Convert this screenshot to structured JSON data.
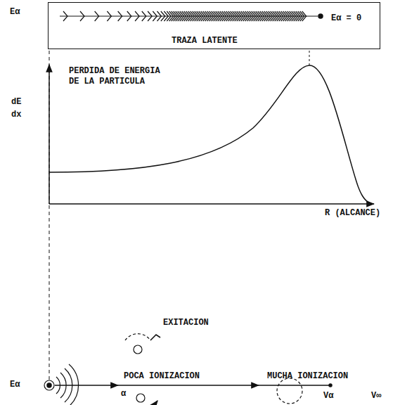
{
  "diagram": {
    "nodes": [
      {
        "text": [
          "Eα = 0",
          "TRAZA LATENTE"
        ]
      }
    ],
    "labels": [
      "Eα",
      "dE",
      "dx",
      "PERDIDA DE ENERGIA DE LA PARTICULA",
      "R (ALCANCE)",
      "EXITACION",
      "Eα",
      "POCA IONIZACION",
      "MUCHA IONIZACION",
      "α",
      "Vα",
      "V∞"
    ]
  }
}
